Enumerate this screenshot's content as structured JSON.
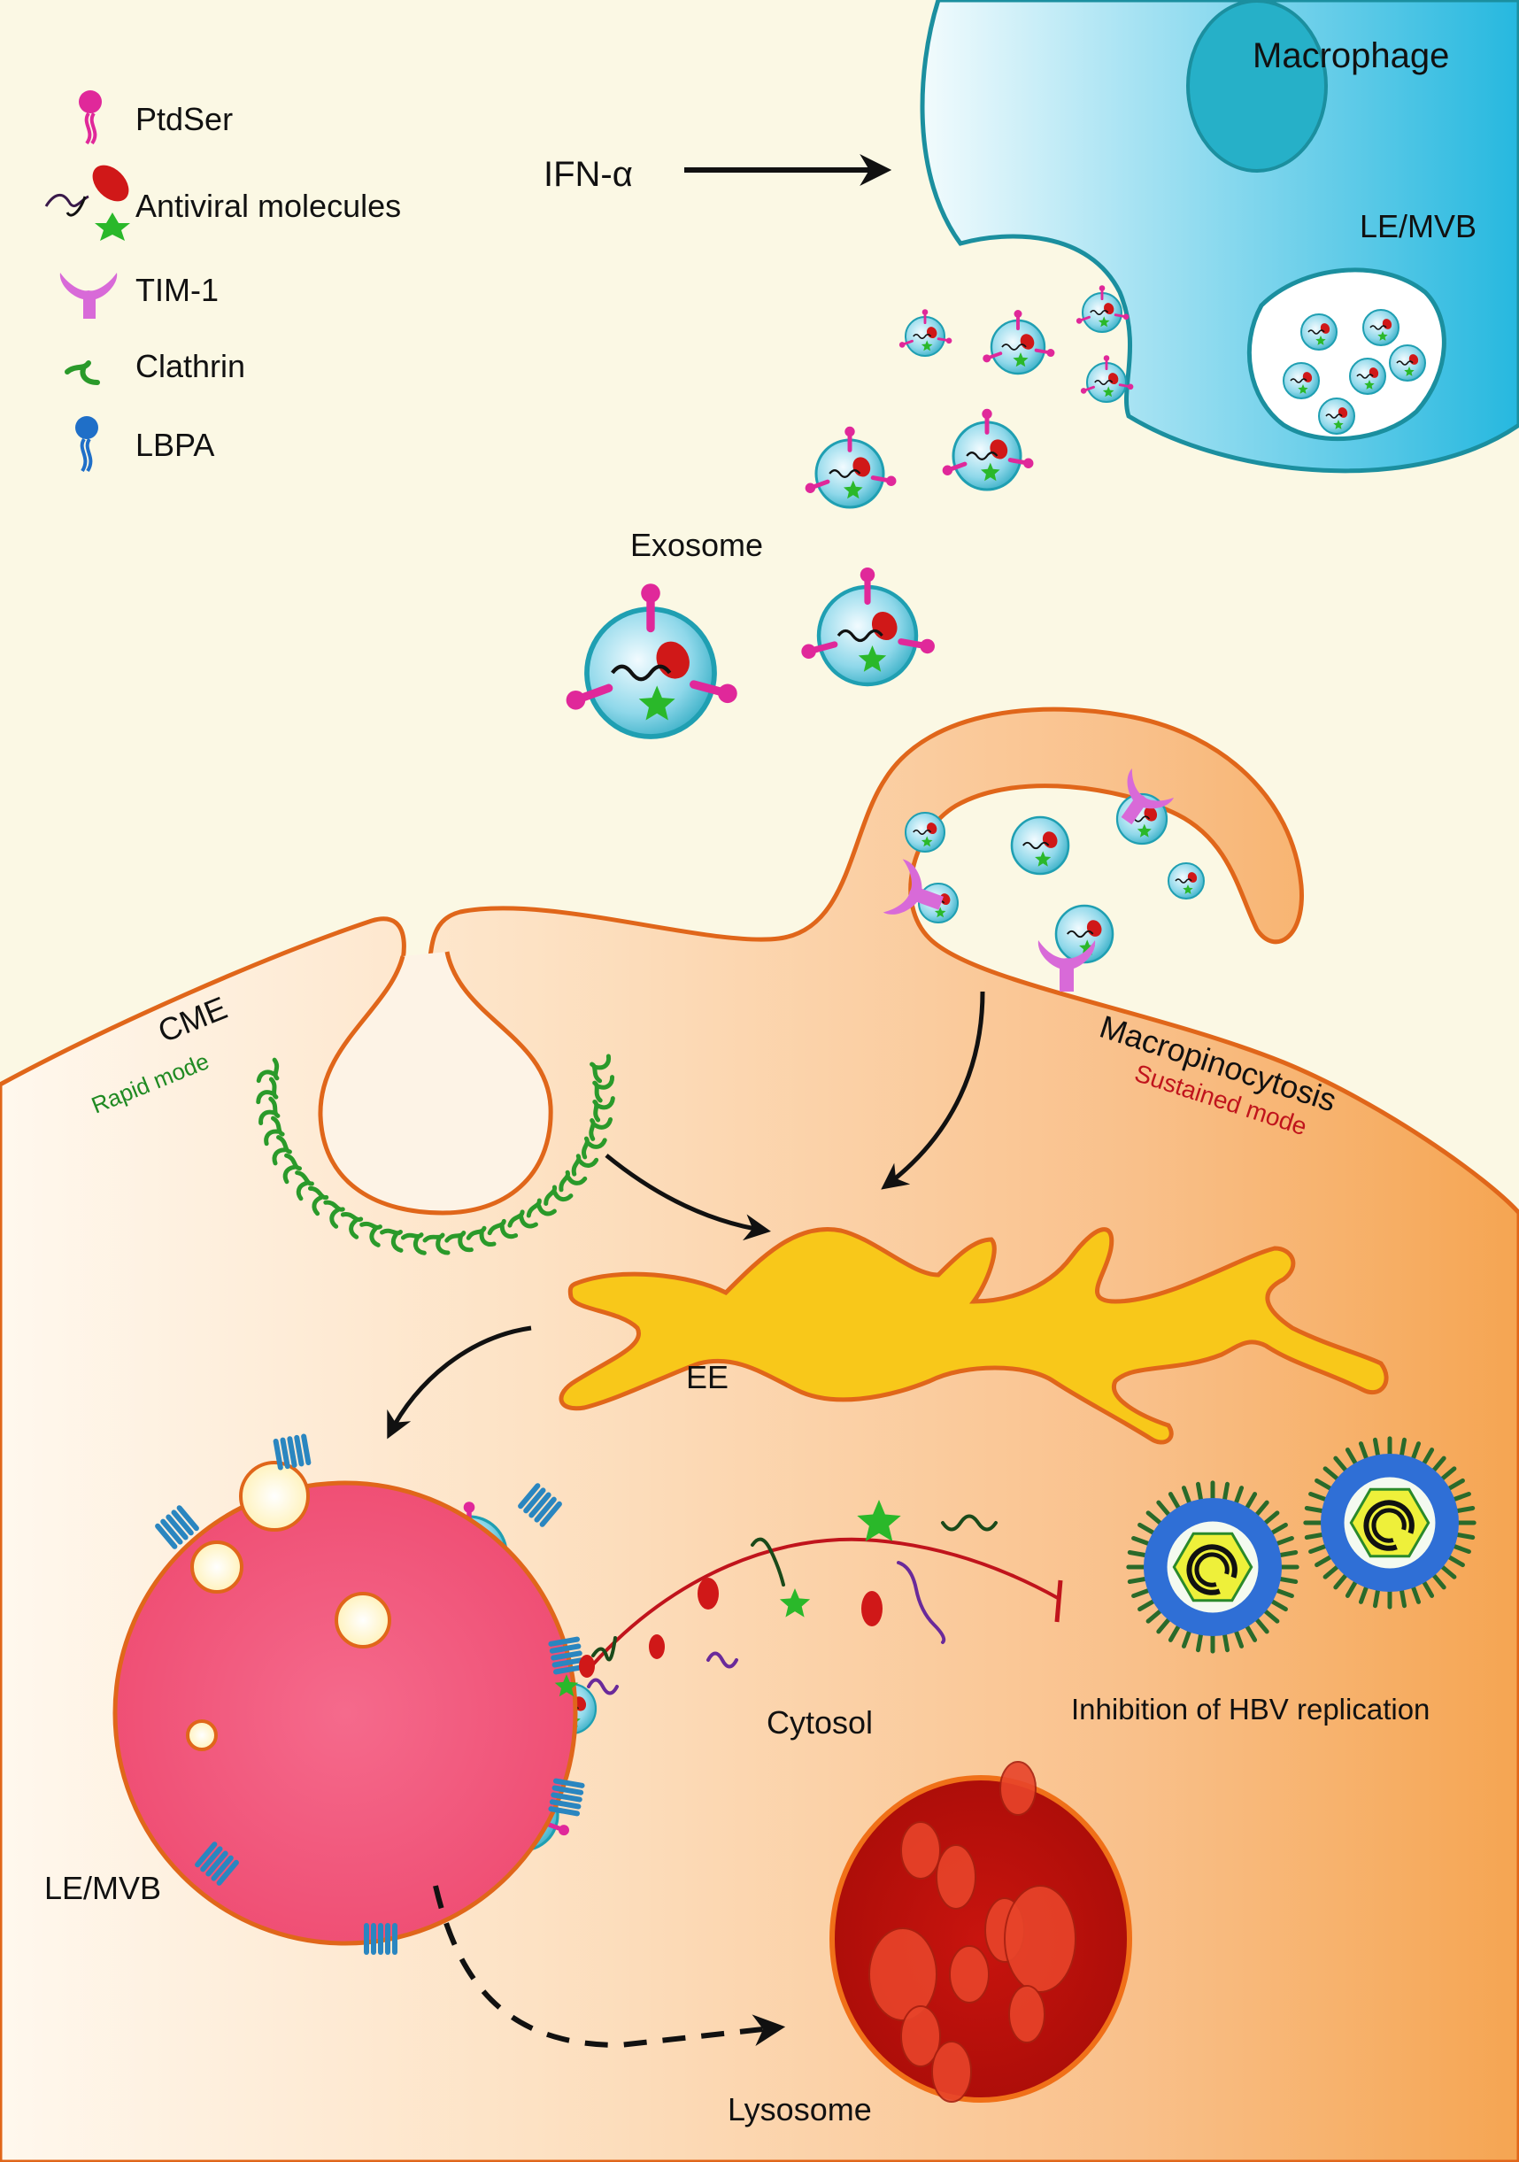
{
  "legend": {
    "items": [
      {
        "icon": "ptdser-icon",
        "label": "PtdSer"
      },
      {
        "icon": "antiviral-molecules-icon",
        "label": "Antiviral molecules"
      },
      {
        "icon": "tim1-icon",
        "label": "TIM-1"
      },
      {
        "icon": "clathrin-icon",
        "label": "Clathrin"
      },
      {
        "icon": "lbpa-icon",
        "label": "LBPA"
      }
    ]
  },
  "labels": {
    "ifn": "IFN-α",
    "macrophage": "Macrophage",
    "macrophage_mvb": "LE/MVB",
    "exosome": "Exosome",
    "cme": "CME",
    "cme_mode": "Rapid mode",
    "macropinocytosis": "Macropinocytosis",
    "macropinocytosis_mode": "Sustained mode",
    "ee": "EE",
    "le_mvb": "LE/MVB",
    "cytosol": "Cytosol",
    "inhibition": "Inhibition of HBV replication",
    "lysosome": "Lysosome"
  },
  "colors": {
    "background_top": "#fbf8e4",
    "cell_cytoplasm": "#f6a85a",
    "cell_membrane": "#e0661a",
    "macrophage_fill": "#35bfe0",
    "macrophage_border": "#1b8f9f",
    "exosome_fill": "#57c4d8",
    "ptdser": "#e0289a",
    "tim1": "#d86ad8",
    "clathrin": "#2a9a2a",
    "lbpa": "#1f6fc8",
    "ee_fill": "#f8c81a",
    "mvb_fill": "#f2507a",
    "lysosome_fill": "#c0140c",
    "hbv_envelope": "#2f6fd6",
    "hbv_core": "#eef03a",
    "antiviral_red": "#d01818",
    "antiviral_green": "#2ab82a",
    "antiviral_purple": "#6a2a9a"
  }
}
